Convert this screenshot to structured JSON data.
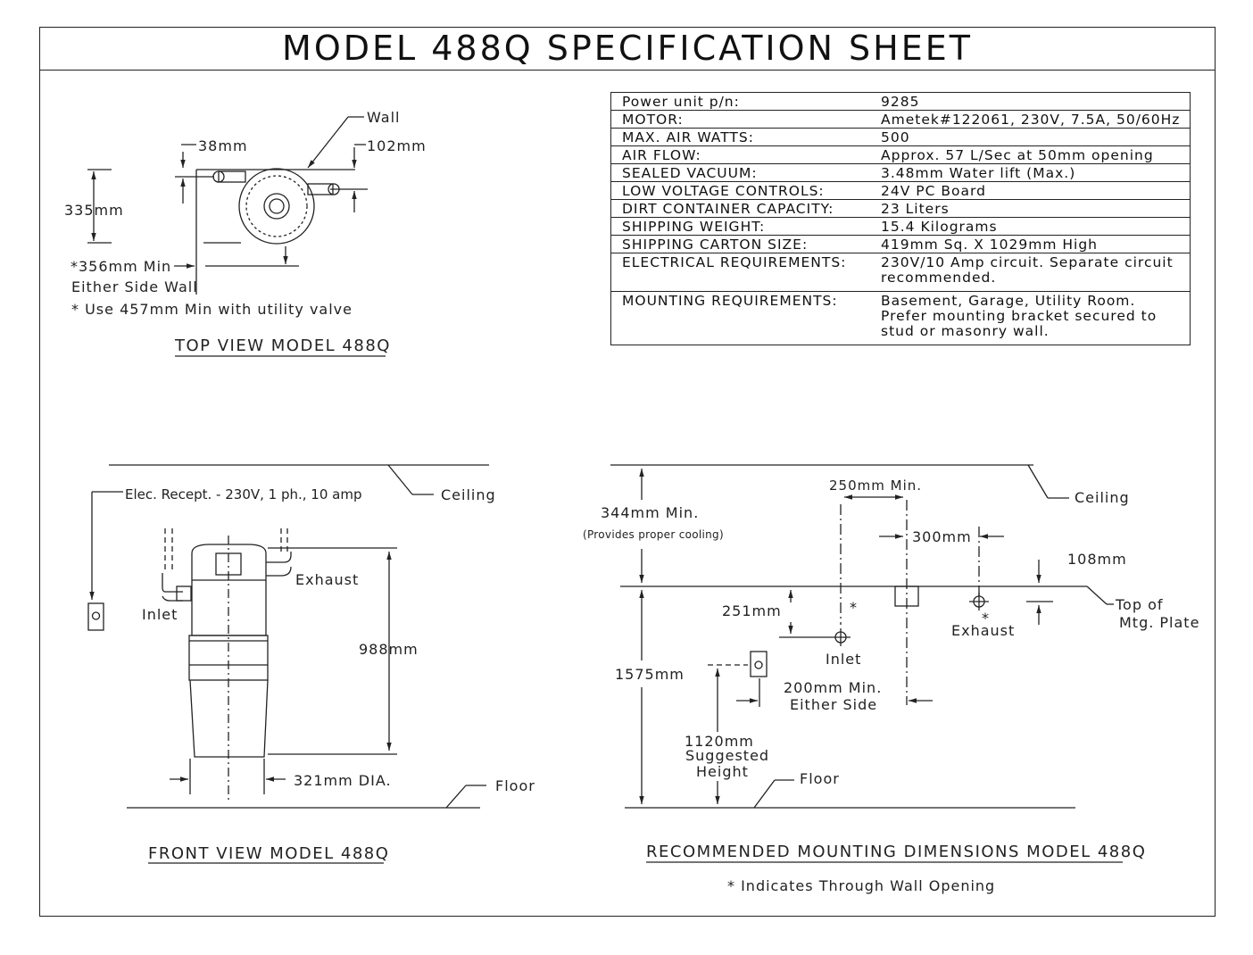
{
  "title": "MODEL 488Q SPECIFICATION SHEET",
  "spec_table": [
    {
      "label": "Power unit p/n:",
      "value": "9285"
    },
    {
      "label": "MOTOR:",
      "value": "Ametek#122061, 230V, 7.5A, 50/60Hz"
    },
    {
      "label": "MAX. AIR WATTS:",
      "value": "500"
    },
    {
      "label": "AIR FLOW:",
      "value": "Approx. 57 L/Sec at 50mm opening"
    },
    {
      "label": "SEALED VACUUM:",
      "value": "3.48mm Water lift (Max.)"
    },
    {
      "label": "LOW VOLTAGE CONTROLS:",
      "value": "24V PC Board"
    },
    {
      "label": "DIRT CONTAINER CAPACITY:",
      "value": "23 Liters"
    },
    {
      "label": "SHIPPING WEIGHT:",
      "value": "15.4 Kilograms"
    },
    {
      "label": "SHIPPING CARTON SIZE:",
      "value": "419mm Sq. X 1029mm High"
    },
    {
      "label": "ELECTRICAL REQUIREMENTS:",
      "value": "230V/10 Amp circuit. Separate circuit recommended."
    },
    {
      "label": "MOUNTING REQUIREMENTS:",
      "value": "Basement, Garage, Utility Room. Prefer mounting bracket secured to stud or masonry wall."
    }
  ],
  "top_view": {
    "caption": "TOP VIEW MODEL 488Q",
    "wall": "Wall",
    "dim_38": "38mm",
    "dim_102": "102mm",
    "dim_335": "335mm",
    "dim_356": "*356mm Min",
    "either_side": "Either Side Wall",
    "note": "* Use 457mm Min with utility valve"
  },
  "front_view": {
    "caption": "FRONT VIEW MODEL 488Q",
    "elec": "Elec. Recept. - 230V, 1 ph., 10 amp",
    "ceiling": "Ceiling",
    "exhaust": "Exhaust",
    "inlet": "Inlet",
    "dim_988": "988mm",
    "dim_321": "321mm  DIA.",
    "floor": "Floor"
  },
  "mounting": {
    "caption": "RECOMMENDED MOUNTING DIMENSIONS MODEL 488Q",
    "ceiling": "Ceiling",
    "dim_344": "344mm Min.",
    "cooling": "(Provides proper cooling)",
    "dim_250": "250mm Min.",
    "dim_300": "300mm",
    "dim_108": "108mm",
    "top_of": "Top of",
    "mtg_plate": "Mtg. Plate",
    "dim_251": "251mm",
    "star": "*",
    "inlet": "Inlet",
    "exhaust": "Exhaust",
    "dim_1575": "1575mm",
    "dim_200": "200mm Min.",
    "either_side": "Either Side",
    "dim_1120": "1120mm",
    "suggested": "Suggested",
    "height": "Height",
    "floor": "Floor",
    "footnote": "* Indicates Through Wall Opening"
  }
}
